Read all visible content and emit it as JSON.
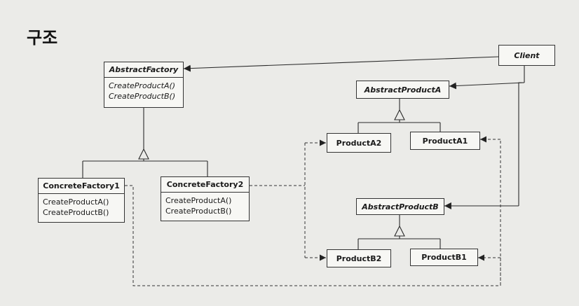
{
  "heading": "구조",
  "classes": {
    "client": {
      "name": "Client"
    },
    "abstract_factory": {
      "name": "AbstractFactory",
      "ops": [
        "CreateProductA()",
        "CreateProductB()"
      ]
    },
    "concrete_factory1": {
      "name": "ConcreteFactory1",
      "ops": [
        "CreateProductA()",
        "CreateProductB()"
      ]
    },
    "concrete_factory2": {
      "name": "ConcreteFactory2",
      "ops": [
        "CreateProductA()",
        "CreateProductB()"
      ]
    },
    "abstract_product_a": {
      "name": "AbstractProductA"
    },
    "product_a2": {
      "name": "ProductA2"
    },
    "product_a1": {
      "name": "ProductA1"
    },
    "abstract_product_b": {
      "name": "AbstractProductB"
    },
    "product_b2": {
      "name": "ProductB2"
    },
    "product_b1": {
      "name": "ProductB1"
    }
  }
}
